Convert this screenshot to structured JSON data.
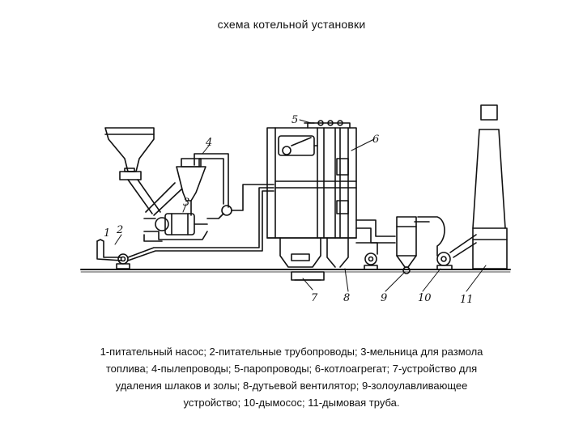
{
  "title": "схема котельной установки",
  "diagram": {
    "labels": [
      "1",
      "2",
      "3",
      "4",
      "5",
      "6",
      "7",
      "8",
      "9",
      "10",
      "11"
    ]
  },
  "caption": {
    "lines": [
      "1-питательный насос; 2-питательные трубопроводы; 3-мельница для размола",
      "топлива; 4-пылепроводы; 5-паропроводы; 6-котлоагрегат; 7-устройство для",
      "удаления шлаков и золы; 8-дутьевой вентилятор; 9-золоулавливающее",
      "устройство; 10-дымосос; 11-дымовая труба."
    ]
  }
}
